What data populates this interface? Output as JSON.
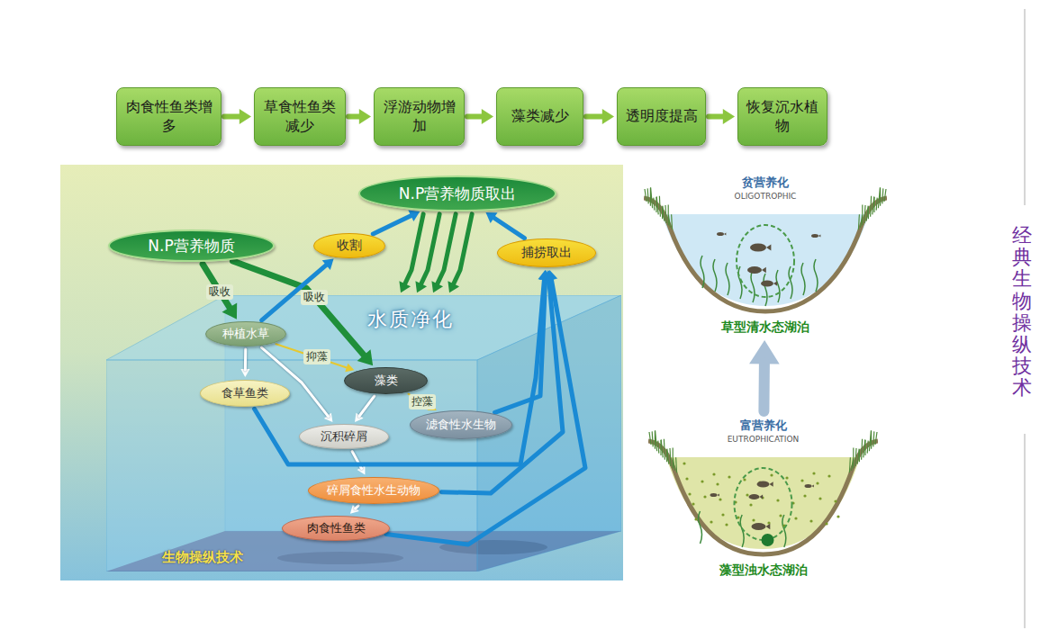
{
  "diagram": {
    "title": "经典生物操纵技术",
    "nodes": [
      {
        "text": [
          "肉食性鱼类增多"
        ]
      },
      {
        "text": [
          "草食性鱼类减少"
        ]
      },
      {
        "text": [
          "浮游动物增加"
        ]
      },
      {
        "text": [
          "藻类减少"
        ]
      },
      {
        "text": [
          "透明度提高"
        ]
      },
      {
        "text": [
          "恢复沉水植物"
        ]
      },
      {
        "text": [
          "N.P营养物质"
        ]
      },
      {
        "text": [
          "收割"
        ]
      },
      {
        "text": [
          "N.P营养物质取出"
        ]
      },
      {
        "text": [
          "捕捞取出"
        ]
      },
      {
        "text": [
          "水质净化"
        ]
      },
      {
        "text": [
          "种植水草"
        ],
        "in": 10
      },
      {
        "text": [
          "藻类"
        ],
        "in": 10
      },
      {
        "text": [
          "食草鱼类"
        ],
        "in": 10
      },
      {
        "text": [
          "滤食性水生物"
        ],
        "in": 10
      },
      {
        "text": [
          "沉积碎屑"
        ],
        "in": 10
      },
      {
        "text": [
          "碎屑食性水生动物"
        ],
        "in": 10
      },
      {
        "text": [
          "肉食性鱼类"
        ],
        "in": 10
      },
      {
        "text": [
          "贫营养化",
          "OLIGOTROPHIC",
          "草型清水态湖泊"
        ]
      },
      {
        "text": [
          "富营养化",
          "EUTROPHICATION",
          "藻型浊水态湖泊"
        ]
      }
    ],
    "edges": [
      {
        "from": 0,
        "to": 1,
        "arrow": "to"
      },
      {
        "from": 1,
        "to": 2,
        "arrow": "to"
      },
      {
        "from": 2,
        "to": 3,
        "arrow": "to"
      },
      {
        "from": 3,
        "to": 4,
        "arrow": "to"
      },
      {
        "from": 4,
        "to": 5,
        "arrow": "to"
      },
      {
        "from": 6,
        "to": 11,
        "label": "吸收",
        "arrow": "to"
      },
      {
        "from": 6,
        "to": 12,
        "label": "吸收",
        "arrow": "to"
      },
      {
        "from": 11,
        "to": 7,
        "arrow": "to"
      },
      {
        "from": 7,
        "to": 8,
        "arrow": "to"
      },
      {
        "from": 8,
        "to": 10,
        "arrow": "to"
      },
      {
        "from": 11,
        "to": 12,
        "label": "抑藻",
        "arrow": "to"
      },
      {
        "from": 11,
        "to": 13,
        "arrow": "to"
      },
      {
        "from": 11,
        "to": 15,
        "arrow": "to"
      },
      {
        "from": 12,
        "to": 15,
        "arrow": "to"
      },
      {
        "from": 12,
        "to": 14,
        "label": "控藻",
        "arrow": "to"
      },
      {
        "from": 15,
        "to": 16,
        "arrow": "to"
      },
      {
        "from": 16,
        "to": 17,
        "arrow": "to"
      },
      {
        "from": 13,
        "to": 9,
        "arrow": "to"
      },
      {
        "from": 14,
        "to": 9,
        "arrow": "to"
      },
      {
        "from": 16,
        "to": 9,
        "arrow": "to"
      },
      {
        "from": 17,
        "to": 9,
        "arrow": "to"
      },
      {
        "from": 9,
        "to": 8,
        "arrow": "to"
      },
      {
        "from": 19,
        "to": 18,
        "arrow": "to"
      }
    ],
    "labels": [
      "生物操纵技术"
    ]
  }
}
